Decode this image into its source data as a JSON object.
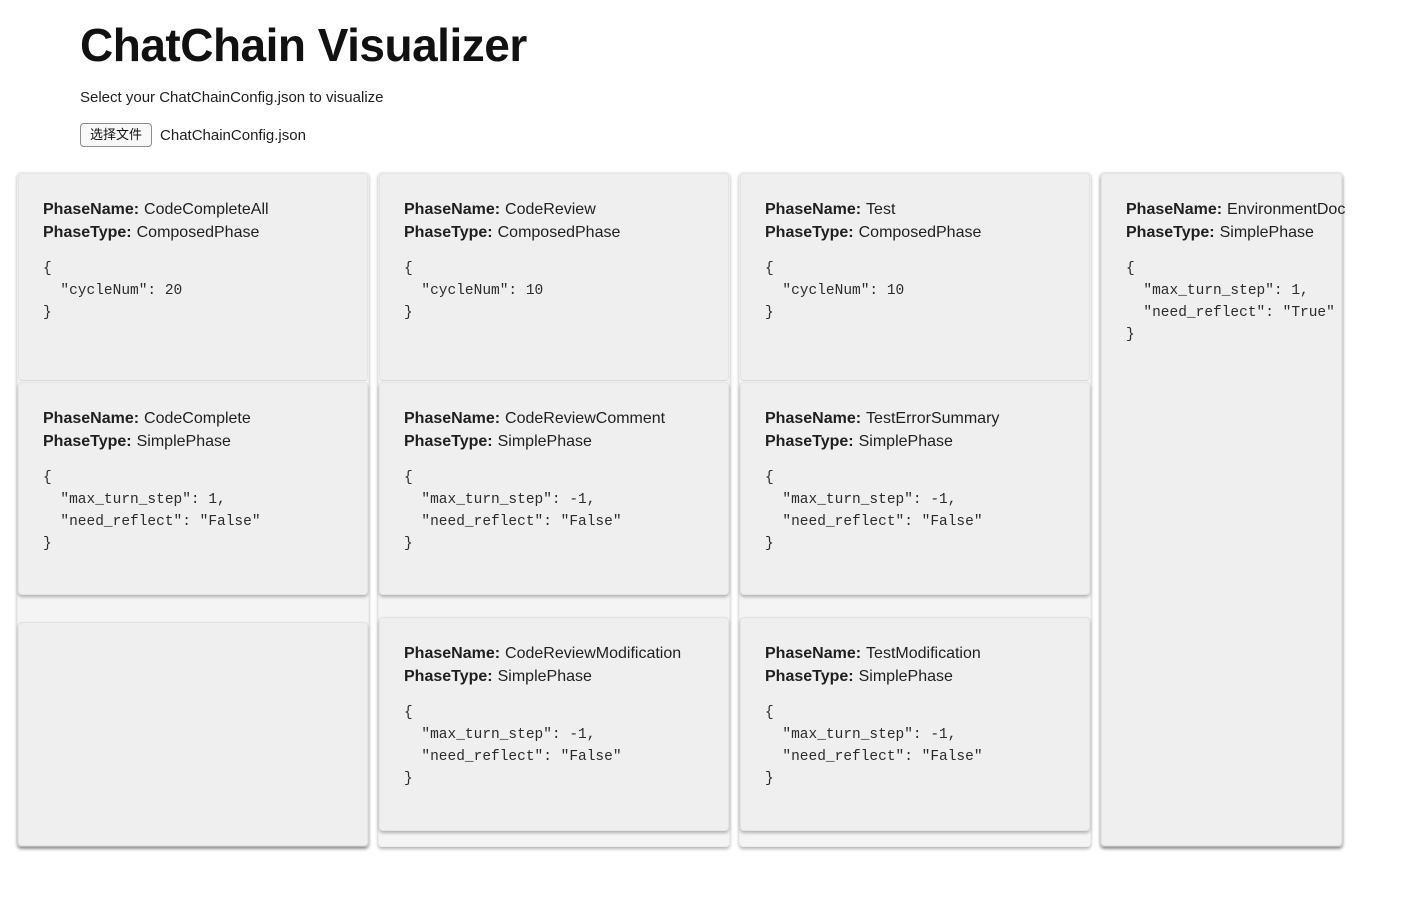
{
  "page": {
    "title": "ChatChain Visualizer",
    "subtitle": "Select your ChatChainConfig.json to visualize",
    "file_input": {
      "button_label": "选择文件",
      "file_name": "ChatChainConfig.json"
    }
  },
  "labels": {
    "phase_name": "PhaseName:",
    "phase_type": "PhaseType:"
  },
  "colors": {
    "page_bg": "#ffffff",
    "column_bg": "#f4f4f4",
    "card_bg": "#efefef",
    "text": "#1f1f1f"
  },
  "columns": [
    {
      "name": "CodeCompleteAll",
      "cards": [
        {
          "phase_name": "CodeCompleteAll",
          "phase_type": "ComposedPhase",
          "json": "{\n  \"cycleNum\": 20\n}"
        },
        {
          "phase_name": "CodeComplete",
          "phase_type": "SimplePhase",
          "json": "{\n  \"max_turn_step\": 1,\n  \"need_reflect\": \"False\"\n}"
        }
      ]
    },
    {
      "name": "CodeReview",
      "cards": [
        {
          "phase_name": "CodeReview",
          "phase_type": "ComposedPhase",
          "json": "{\n  \"cycleNum\": 10\n}"
        },
        {
          "phase_name": "CodeReviewComment",
          "phase_type": "SimplePhase",
          "json": "{\n  \"max_turn_step\": -1,\n  \"need_reflect\": \"False\"\n}"
        },
        {
          "phase_name": "CodeReviewModification",
          "phase_type": "SimplePhase",
          "json": "{\n  \"max_turn_step\": -1,\n  \"need_reflect\": \"False\"\n}"
        }
      ]
    },
    {
      "name": "Test",
      "cards": [
        {
          "phase_name": "Test",
          "phase_type": "ComposedPhase",
          "json": "{\n  \"cycleNum\": 10\n}"
        },
        {
          "phase_name": "TestErrorSummary",
          "phase_type": "SimplePhase",
          "json": "{\n  \"max_turn_step\": -1,\n  \"need_reflect\": \"False\"\n}"
        },
        {
          "phase_name": "TestModification",
          "phase_type": "SimplePhase",
          "json": "{\n  \"max_turn_step\": -1,\n  \"need_reflect\": \"False\"\n}"
        }
      ]
    },
    {
      "name": "EnvironmentDoc",
      "cards": [
        {
          "phase_name": "EnvironmentDoc",
          "phase_type": "SimplePhase",
          "json": "{\n  \"max_turn_step\": 1,\n  \"need_reflect\": \"True\"\n}"
        }
      ]
    }
  ]
}
